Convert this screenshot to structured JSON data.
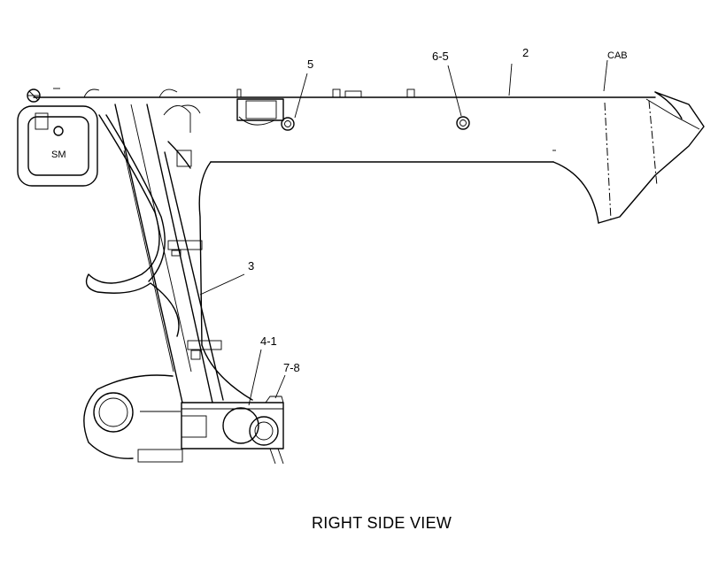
{
  "callouts": {
    "part_2": "2",
    "part_3": "3",
    "part_5": "5",
    "part_6_5": "6-5",
    "part_4_1": "4-1",
    "part_7_8": "7-8",
    "cab": "CAB"
  },
  "caption": "RIGHT SIDE VIEW",
  "colors": {
    "line": "#000000",
    "background": "#ffffff"
  }
}
